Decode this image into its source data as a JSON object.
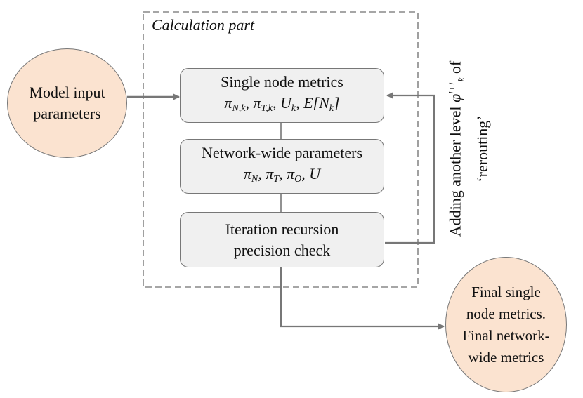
{
  "container": {
    "label": "Calculation part"
  },
  "inputs": {
    "line1": "Model input",
    "line2": "parameters"
  },
  "box_single_node": {
    "title": "Single node metrics",
    "formula": "πN,k, πT,k, Uk, E[Nk]"
  },
  "box_network": {
    "title": "Network-wide parameters",
    "formula": "πN, πT, πO, U"
  },
  "box_iteration": {
    "line1": "Iteration recursion",
    "line2": "precision check"
  },
  "outputs": {
    "line1": "Final single",
    "line2": "node metrics.",
    "line3": "Final network-",
    "line4": "wide metrics"
  },
  "feedback_label": {
    "prefix": "Adding another level",
    "symbol": "φ",
    "superscript": "l+1",
    "subscript": "k",
    "suffix": "of",
    "line2": "‘rerouting’"
  },
  "colors": {
    "circle_fill": "#fbe3d0",
    "box_fill": "#f0f0f0",
    "line": "#777777",
    "dashed_border": "#888888"
  }
}
